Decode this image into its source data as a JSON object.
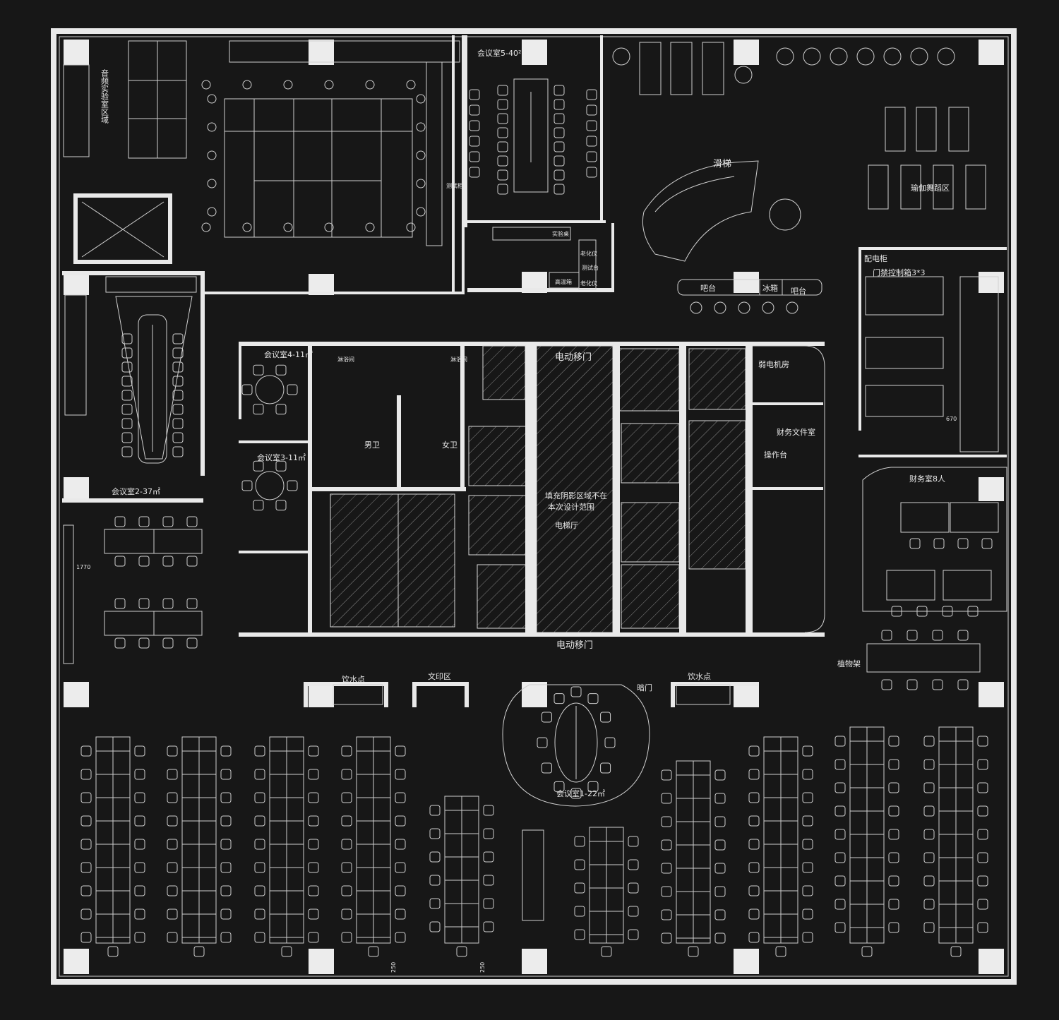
{
  "labels": {
    "audio_lab": "音频实验室区域",
    "meeting5": "会议室5-40²",
    "test_cabinet": "测试柜",
    "lab_bench": "实验桌",
    "aging1": "老化仪",
    "test_table": "测试台",
    "aging2": "老化仪",
    "high_temp_box": "高温箱",
    "slide": "滑梯",
    "yoga": "瑜伽舞蹈区",
    "bar_left": "吧台",
    "fridge": "冰箱",
    "bar_right": "吧台",
    "power_cabinet": "配电柜",
    "access_box": "门禁控制箱3*3",
    "meeting4": "会议室4-11㎡",
    "shower1": "淋浴间",
    "shower2": "淋浴间",
    "sliding_door_top": "电动移门",
    "weak_room": "弱电机房",
    "men": "男卫",
    "women": "女卫",
    "finance_files": "财务文件室",
    "console": "操作台",
    "meeting3": "会议室3-11㎡",
    "note1": "填充阴影区域不在",
    "note2": "本次设计范围",
    "elevator_hall": "电梯厅",
    "meeting2": "会议室2-37㎡",
    "finance8": "财务室8人",
    "dim_1770": "1770",
    "dim_670": "670",
    "sliding_door_bottom": "电动移门",
    "plant_shelf": "植物架",
    "water1": "饮水点",
    "print": "文印区",
    "hidden_door": "暗门",
    "water2": "饮水点",
    "meeting1": "会议室1-22㎡",
    "dim_250a": "250",
    "dim_250b": "250"
  },
  "colors": {
    "background": "#171717",
    "lines": "#e9e9e9"
  }
}
